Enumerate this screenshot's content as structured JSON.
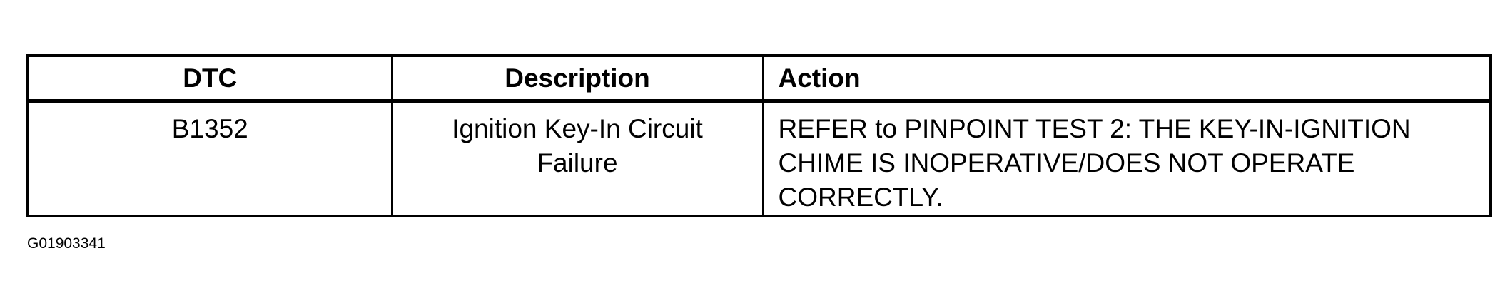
{
  "table": {
    "headers": {
      "dtc": "DTC",
      "description": "Description",
      "action": "Action"
    },
    "rows": [
      {
        "dtc": "B1352",
        "description": "Ignition Key-In Circuit Failure",
        "action": "REFER to PINPOINT TEST 2: THE KEY-IN-IGNITION CHIME IS INOPERATIVE/DOES NOT OPERATE CORRECTLY."
      }
    ]
  },
  "figure_id": "G01903341"
}
